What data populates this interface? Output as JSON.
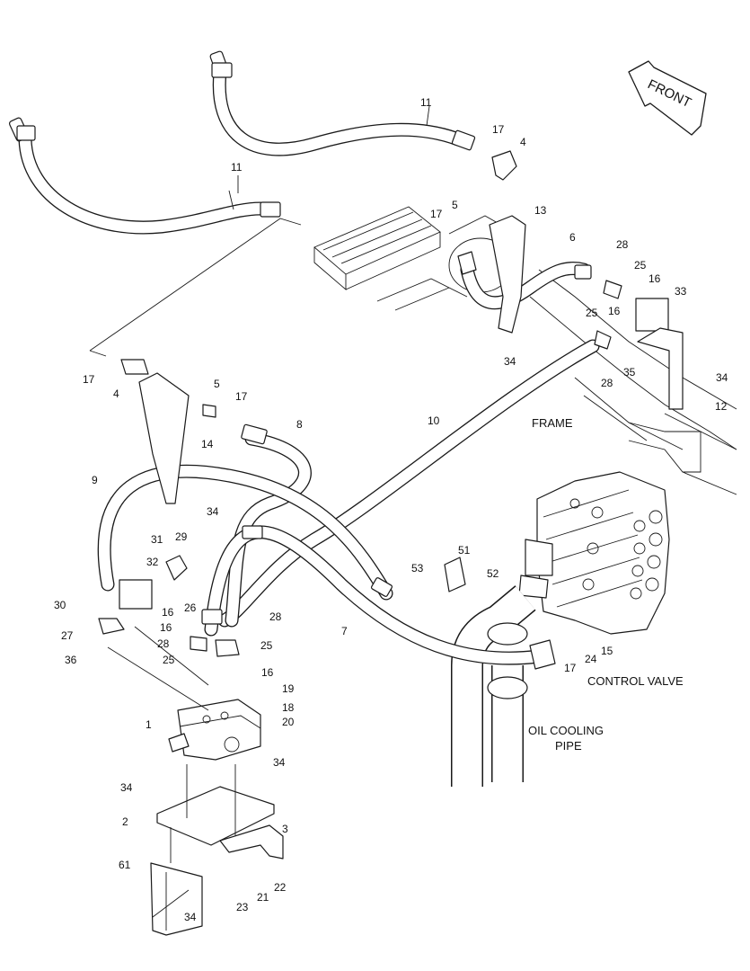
{
  "direction_label": "FRONT",
  "area_labels": {
    "frame": "FRAME",
    "control_valve": "CONTROL VALVE",
    "oil_cooling_line1": "OIL COOLING",
    "oil_cooling_line2": "PIPE"
  },
  "callouts": [
    "11",
    "17",
    "4",
    "11",
    "5",
    "17",
    "13",
    "6",
    "28",
    "25",
    "16",
    "33",
    "25",
    "16",
    "34",
    "28",
    "35",
    "34",
    "17",
    "4",
    "5",
    "17",
    "14",
    "8",
    "10",
    "12",
    "9",
    "34",
    "31",
    "29",
    "32",
    "51",
    "53",
    "52",
    "30",
    "16",
    "26",
    "27",
    "16",
    "28",
    "7",
    "28",
    "25",
    "36",
    "25",
    "16",
    "15",
    "24",
    "17",
    "19",
    "18",
    "1",
    "20",
    "34",
    "34",
    "2",
    "3",
    "61",
    "22",
    "21",
    "23",
    "34"
  ]
}
